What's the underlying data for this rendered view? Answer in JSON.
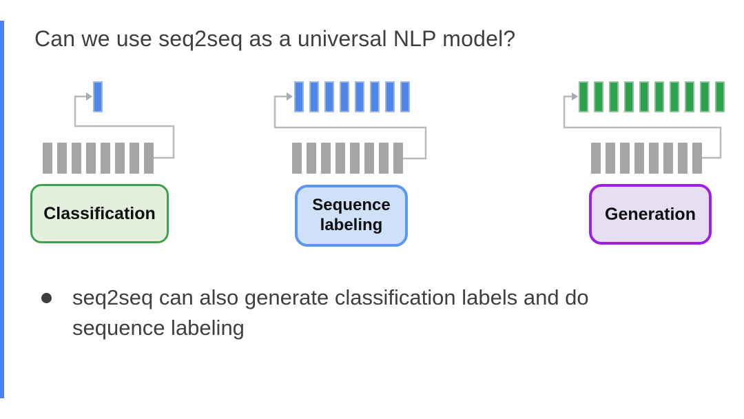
{
  "slide": {
    "title": "Can we use seq2seq as a universal NLP model?",
    "accent_color": "#4d82e8",
    "text_color": "#3c4043",
    "bullet_lines": [
      "seq2seq can also generate classification labels and do",
      "sequence labeling"
    ]
  },
  "connector_color": "#b8babc",
  "connector_arrow_color": "#a9adb0",
  "diagrams": [
    {
      "name": "classification",
      "label": "Classification",
      "output_row": {
        "count": 1,
        "fill": "#4e86ea",
        "stroke": "#9fb5dd"
      },
      "input_row": {
        "count": 8,
        "fill": "#a5a5a5",
        "stroke": ""
      },
      "box": {
        "border": "#3aa24d",
        "fill": "#e4efde"
      }
    },
    {
      "name": "sequence-labeling",
      "label": "Sequence labeling",
      "output_row": {
        "count": 8,
        "fill": "#4e86ea",
        "stroke": "#9fb5dd"
      },
      "input_row": {
        "count": 8,
        "fill": "#a5a5a5",
        "stroke": ""
      },
      "box": {
        "border": "#5b96f0",
        "fill": "#cfe1f8"
      }
    },
    {
      "name": "generation",
      "label": "Generation",
      "output_row": {
        "count": 10,
        "fill": "#2fa14e",
        "stroke": "#8fbf9b"
      },
      "input_row": {
        "count": 8,
        "fill": "#a5a5a5",
        "stroke": ""
      },
      "box": {
        "border": "#a01fe6",
        "fill": "#e6def2"
      }
    }
  ]
}
